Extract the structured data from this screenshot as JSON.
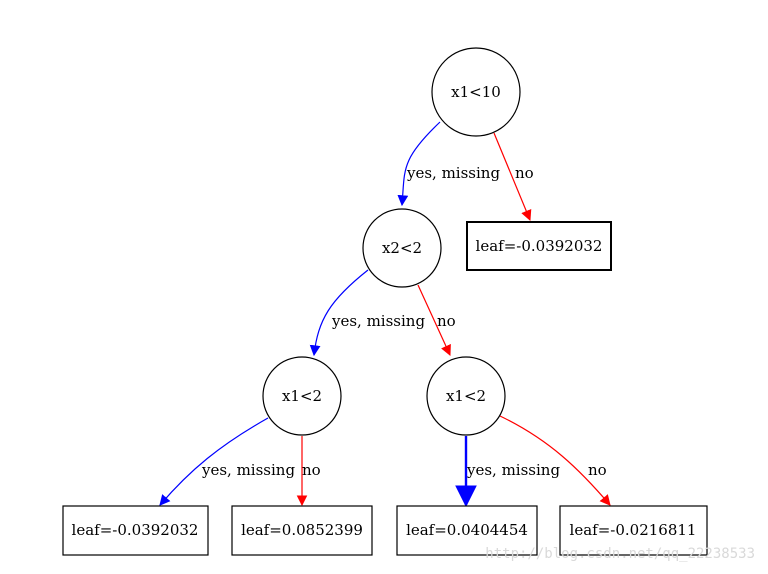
{
  "tree": {
    "nodes": {
      "root": {
        "label": "x1<10"
      },
      "n_x2": {
        "label": "x2<2"
      },
      "n_left_x1": {
        "label": "x1<2"
      },
      "n_right_x1": {
        "label": "x1<2"
      },
      "leaf_root_no": {
        "label": "leaf=-0.0392032"
      },
      "leaf_ll": {
        "label": "leaf=-0.0392032"
      },
      "leaf_lr": {
        "label": "leaf=0.0852399"
      },
      "leaf_rl": {
        "label": "leaf=0.0404454"
      },
      "leaf_rr": {
        "label": "leaf=-0.0216811"
      }
    },
    "edges": {
      "root_yes": {
        "label": "yes, missing",
        "color": "#0000ff"
      },
      "root_no": {
        "label": "no",
        "color": "#ff0000"
      },
      "x2_yes": {
        "label": "yes, missing",
        "color": "#0000ff"
      },
      "x2_no": {
        "label": "no",
        "color": "#ff0000"
      },
      "lx1_yes": {
        "label": "yes, missing",
        "color": "#0000ff"
      },
      "lx1_no": {
        "label": "no",
        "color": "#ff0000"
      },
      "rx1_yes": {
        "label": "yes, missing",
        "color": "#0000ff"
      },
      "rx1_no": {
        "label": "no",
        "color": "#ff0000"
      }
    }
  },
  "watermark": "http://blog.csdn.net/qq_22238533"
}
